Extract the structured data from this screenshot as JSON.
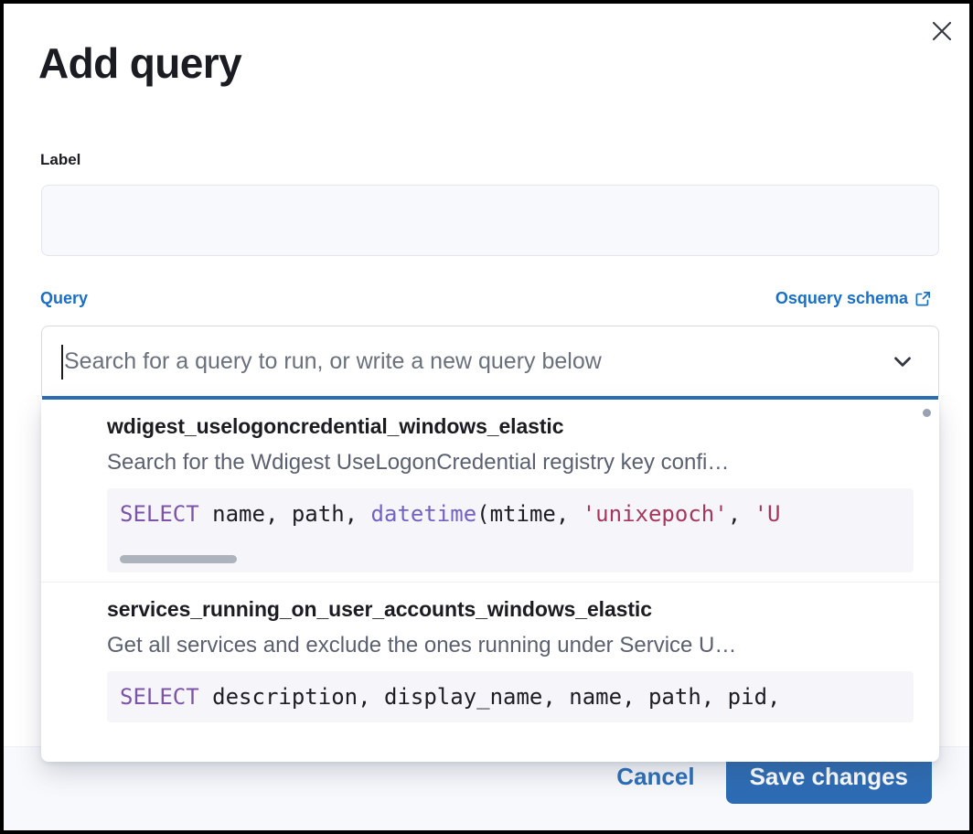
{
  "modal": {
    "title": "Add query",
    "close_icon": "close-icon"
  },
  "label_field": {
    "label": "Label",
    "value": "",
    "placeholder": ""
  },
  "query_section": {
    "label": "Query",
    "schema_link_text": "Osquery schema",
    "schema_link_icon": "external-link-icon",
    "search_placeholder": "Search for a query to run, or write a new query below",
    "search_value": "",
    "chevron_icon": "chevron-down-icon"
  },
  "dropdown": {
    "items": [
      {
        "title": "wdigest_uselogoncredential_windows_elastic",
        "description": "Search for the Wdigest UseLogonCredential registry key confi…",
        "code_tokens": [
          {
            "t": "SELECT",
            "c": "kw"
          },
          {
            "t": " name, path, ",
            "c": ""
          },
          {
            "t": "datetime",
            "c": "fn"
          },
          {
            "t": "(mtime, ",
            "c": ""
          },
          {
            "t": "'unixepoch'",
            "c": "str"
          },
          {
            "t": ", ",
            "c": ""
          },
          {
            "t": "'U",
            "c": "str"
          }
        ],
        "has_hscroll": true
      },
      {
        "title": "services_running_on_user_accounts_windows_elastic",
        "description": "Get all services and exclude the ones running under Service U…",
        "code_tokens": [
          {
            "t": "SELECT",
            "c": "kw"
          },
          {
            "t": " description, display_name, name, path, pid,",
            "c": ""
          }
        ],
        "has_hscroll": false
      }
    ]
  },
  "footer": {
    "cancel_label": "Cancel",
    "save_label": "Save changes"
  },
  "colors": {
    "accent_blue": "#1a6fc4",
    "button_blue": "#2d6cb4",
    "focus_underline": "#2a6fb8",
    "keyword_purple": "#7c54a8",
    "string_red": "#a6375c",
    "text_dark": "#1a1c21"
  }
}
